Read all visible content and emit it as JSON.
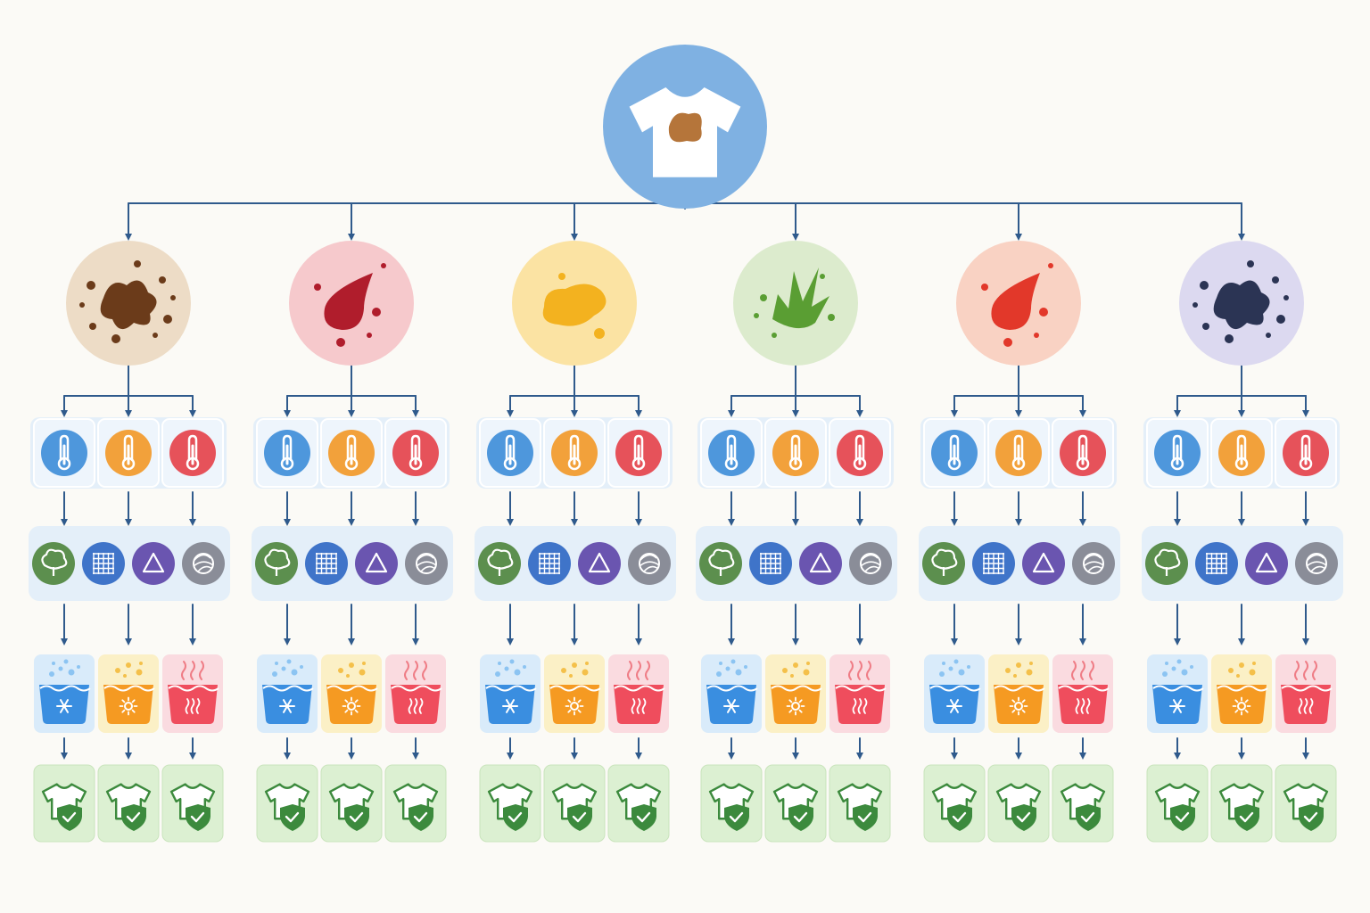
{
  "root": {
    "icon": "stained-tshirt-icon",
    "bg": "#7fb1e2",
    "stain_color": "#b5753a"
  },
  "stains": [
    {
      "key": "coffee",
      "icon": "coffee-splat-icon",
      "bg": "#eddcc6",
      "color": "#6b3b1a",
      "shape": "splat"
    },
    {
      "key": "wine",
      "icon": "wine-drop-icon",
      "bg": "#f6c9cc",
      "color": "#b01d2c",
      "shape": "drop"
    },
    {
      "key": "oil",
      "icon": "oil-blob-icon",
      "bg": "#fbe3a3",
      "color": "#f3b21f",
      "shape": "blob"
    },
    {
      "key": "grass",
      "icon": "grass-splash-icon",
      "bg": "#dcebcd",
      "color": "#5a9e33",
      "shape": "grass"
    },
    {
      "key": "tomato",
      "icon": "tomato-splat-icon",
      "bg": "#f9d2c3",
      "color": "#e2382a",
      "shape": "drop"
    },
    {
      "key": "ink",
      "icon": "ink-splat-icon",
      "bg": "#dcd9f0",
      "color": "#2b3454",
      "shape": "splat"
    }
  ],
  "temperatures": [
    {
      "key": "cold",
      "icon": "thermometer-cold-icon",
      "color": "#4e97dc"
    },
    {
      "key": "warm",
      "icon": "thermometer-warm-icon",
      "color": "#f2a13b"
    },
    {
      "key": "hot",
      "icon": "thermometer-hot-icon",
      "color": "#e6525a"
    }
  ],
  "fabrics": [
    {
      "key": "cotton",
      "icon": "cotton-plant-icon",
      "color": "#5c8f4e"
    },
    {
      "key": "synthetic",
      "icon": "mesh-grid-icon",
      "color": "#3f74c9"
    },
    {
      "key": "delicate",
      "icon": "triangle-icon",
      "color": "#6a55b0"
    },
    {
      "key": "wool",
      "icon": "wool-yarn-icon",
      "color": "#8a8d98"
    }
  ],
  "washes": [
    {
      "key": "cold",
      "icon": "cold-wash-basin-icon",
      "color": "#3a8ee0",
      "card": "#d9ebfa"
    },
    {
      "key": "warm",
      "icon": "warm-wash-basin-icon",
      "color": "#f59a22",
      "card": "#fbf0c6"
    },
    {
      "key": "hot",
      "icon": "hot-wash-basin-icon",
      "color": "#ef4d5d",
      "card": "#fadbe0"
    }
  ],
  "results": [
    {
      "key": "clean",
      "icon": "protected-shirt-icon",
      "color": "#3c8a3d",
      "card": "#dcf0d2"
    }
  ],
  "colors": {
    "connector": "#2f5a8c",
    "panel": "#e4eff9"
  }
}
